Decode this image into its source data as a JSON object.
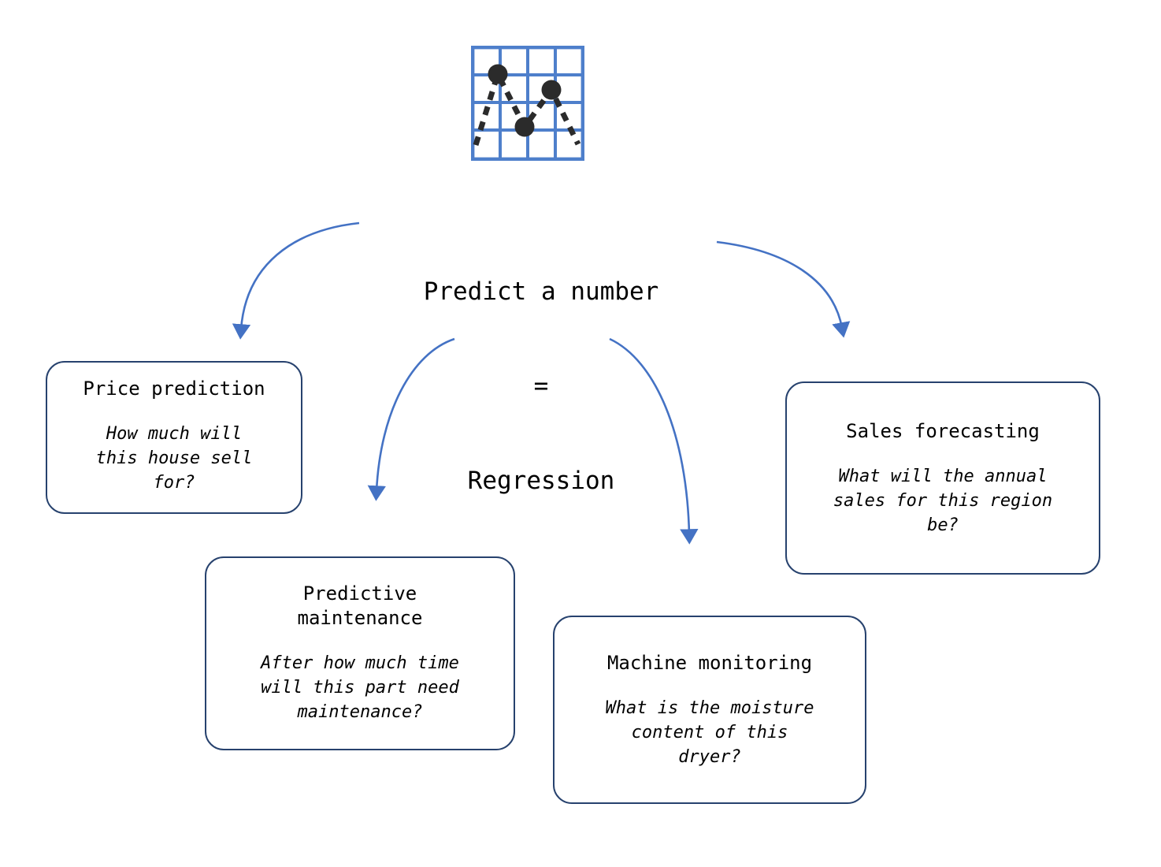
{
  "diagram": {
    "icon": {
      "name": "line-chart-grid-icon",
      "grid_color": "#4E7FCB",
      "point_color": "#2b2b2b",
      "points": 3
    },
    "center": {
      "line1": "Predict a number",
      "line2": "=",
      "line3": "Regression"
    },
    "arrow_color": "#4472C4",
    "box_border_color": "#27426e",
    "nodes": [
      {
        "id": "price-prediction",
        "title": "Price prediction",
        "question": "How much will\nthis house sell\nfor?"
      },
      {
        "id": "predictive-maintenance",
        "title": "Predictive\nmaintenance",
        "question": "After how much time\nwill this part need\nmaintenance?"
      },
      {
        "id": "machine-monitoring",
        "title": "Machine monitoring",
        "question": "What is the moisture\ncontent of this\ndryer?"
      },
      {
        "id": "sales-forecasting",
        "title": "Sales forecasting",
        "question": "What will the annual\nsales for this region\nbe?"
      }
    ]
  }
}
